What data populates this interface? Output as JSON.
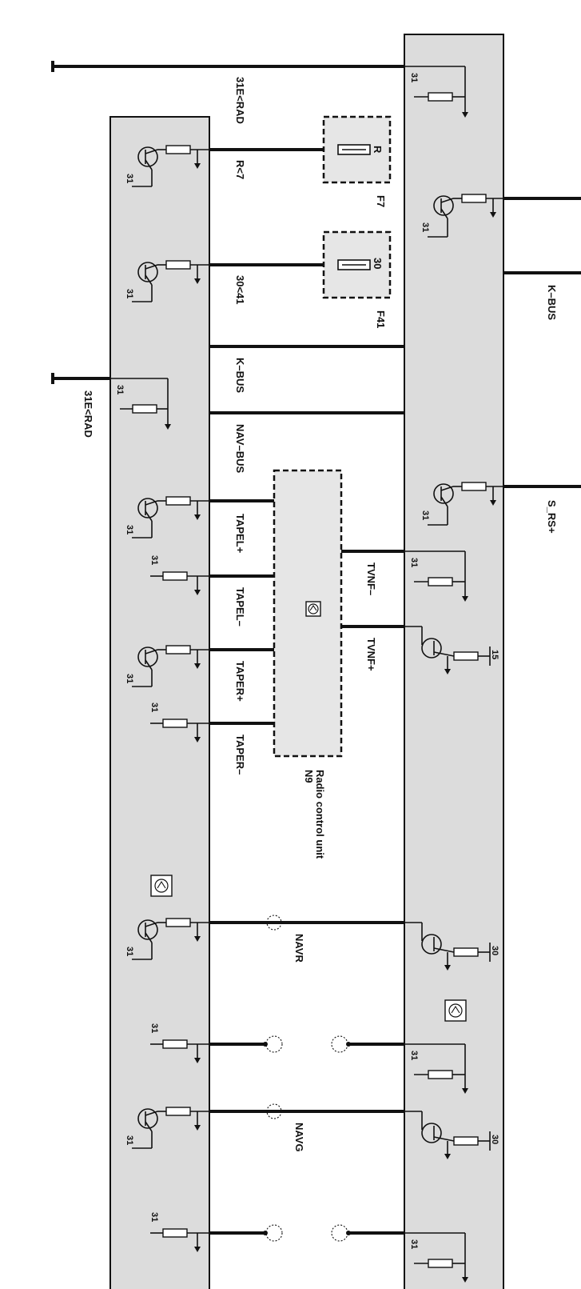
{
  "labels": {
    "l_31e_rad_top": "31E<RAD",
    "l_31e_rad_left": "31E<RAD",
    "l_r7": "R<7",
    "l_30_41": "30<41",
    "l_kbus_mid": "K–BUS",
    "l_kbus_right": "K–BUS",
    "l_navbus": "NAV–BUS",
    "l_tapel_p": "TAPEL+",
    "l_tapel_m": "TAPEL–",
    "l_taper_p": "TAPER+",
    "l_taper_m": "TAPER–",
    "l_tvnf_m": "TVNF–",
    "l_tvnf_p": "TVNF+",
    "l_srs": "S_RS+",
    "l_navr": "NAVR",
    "l_navg": "NAVG",
    "l_n9": "N9",
    "l_radio": "Radio control unit",
    "l_f7": "F7",
    "l_f41": "F41",
    "l_fuse_r": "R",
    "l_fuse_30": "30"
  },
  "pin_labels": {
    "pin_31": "31",
    "pin_15": "15",
    "pin_30": "30"
  },
  "colors": {
    "module_fill": "#dcdcdc",
    "ink": "#111111"
  }
}
